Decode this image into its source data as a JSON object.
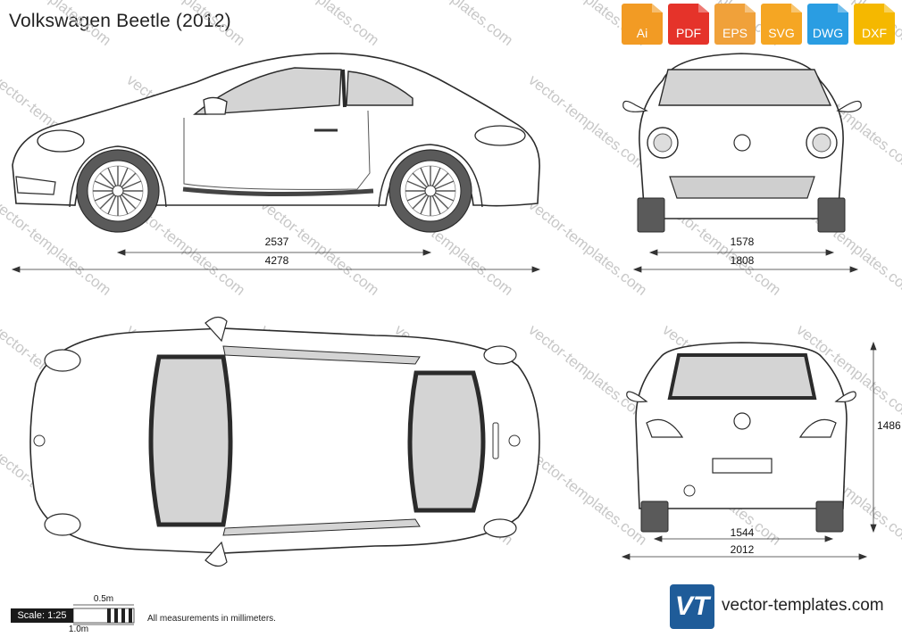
{
  "title": "Volkswagen Beetle (2012)",
  "watermark_text": "vector-templates.com",
  "formats": [
    {
      "label": "Ai",
      "color": "#f29b24"
    },
    {
      "label": "PDF",
      "color": "#e5332a"
    },
    {
      "label": "EPS",
      "color": "#f0a13a"
    },
    {
      "label": "SVG",
      "color": "#f5a623"
    },
    {
      "label": "DWG",
      "color": "#2a9de2"
    },
    {
      "label": "DXF",
      "color": "#f5b800"
    }
  ],
  "dimensions": {
    "wheelbase": "2537",
    "length": "4278",
    "front_track": "1578",
    "width_front": "1808",
    "height": "1486",
    "rear_track": "1544",
    "width_rear": "2012"
  },
  "scale": {
    "label": "Scale: 1:25",
    "half_meter": "0.5m",
    "one_meter": "1.0m"
  },
  "note": "All measurements in millimeters.",
  "brand": {
    "logo": "VT",
    "site": "vector-templates.com"
  },
  "colors": {
    "body_fill": "#ffffff",
    "outline": "#2b2b2b",
    "glass": "#d4d4d4",
    "trim": "#555555",
    "tire": "#5a5a5a"
  }
}
